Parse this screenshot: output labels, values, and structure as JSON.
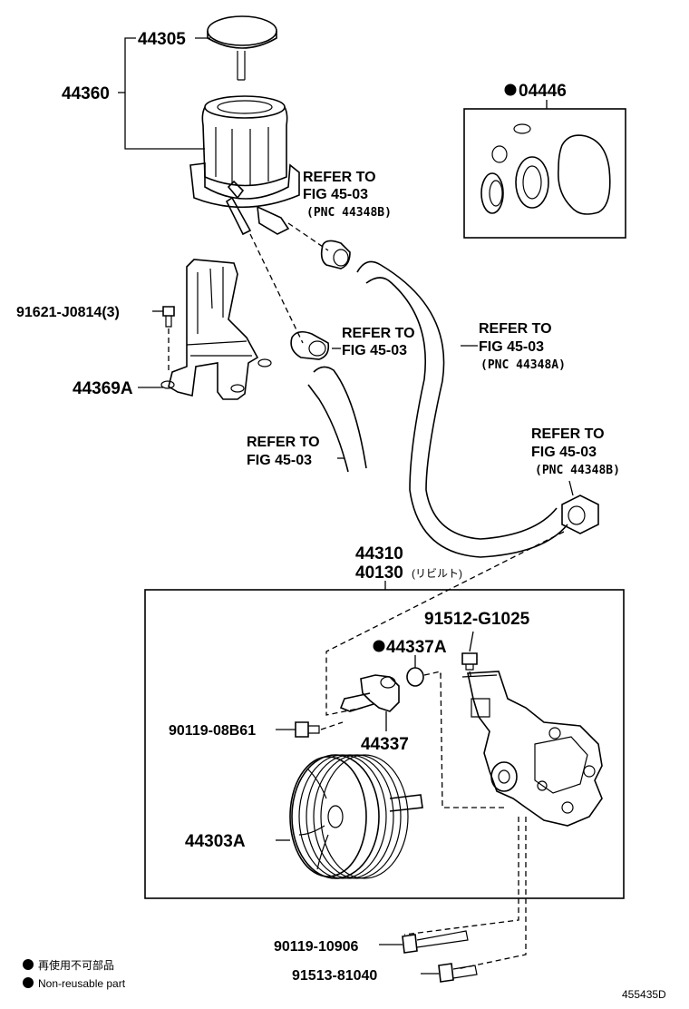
{
  "labels": {
    "cap": "44305",
    "reservoir": "44360",
    "gasket_kit": "04446",
    "bolt_bracket": "91621-J0814(3)",
    "bracket": "44369A",
    "pump_assy": "44310",
    "pump_rebuilt": "40130",
    "pump_rebuilt_note": "(リビルト)",
    "bolt_top": "91512-G1025",
    "oring": "44337A",
    "union_bolt": "90119-08B61",
    "union": "44337",
    "pulley": "44303A",
    "bolt_long": "90119-10906",
    "bolt_short": "91513-81040"
  },
  "refers": [
    {
      "line1": "REFER TO",
      "line2": "FIG 45-03",
      "line3": "(PNC 44348B)"
    },
    {
      "line1": "REFER TO",
      "line2": "FIG 45-03",
      "line3": ""
    },
    {
      "line1": "REFER TO",
      "line2": "FIG 45-03",
      "line3": "(PNC 44348A)"
    },
    {
      "line1": "REFER TO",
      "line2": "FIG 45-03",
      "line3": ""
    },
    {
      "line1": "REFER TO",
      "line2": "FIG 45-03",
      "line3": "(PNC 44348B)"
    }
  ],
  "legend": {
    "jp": "再使用不可部品",
    "en": "Non-reusable part"
  },
  "figure_id": "455435D"
}
